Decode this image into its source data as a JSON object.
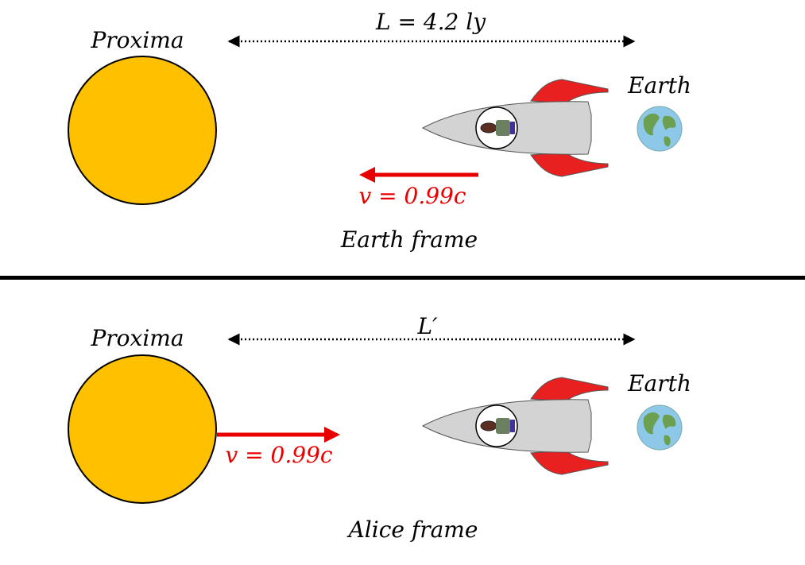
{
  "colors": {
    "star": "#ffc000",
    "arrow": "#e80000",
    "rocket_body": "#d3d3d3",
    "rocket_fins": "#e82020",
    "ocean": "#8ec8e8",
    "land": "#6aa050",
    "divider": "#000000"
  },
  "panels": [
    {
      "star_label": "Proxima",
      "distance_label": "L = 4.2 ly",
      "earth_label": "Earth",
      "velocity_label": "v = 0.99c",
      "velocity_direction": "left",
      "frame_label": "Earth frame"
    },
    {
      "star_label": "Proxima",
      "distance_label": "L′",
      "earth_label": "Earth",
      "velocity_label": "v = 0.99c",
      "velocity_direction": "right",
      "frame_label": "Alice frame"
    }
  ],
  "icons": {
    "star": "star-circle-icon",
    "rocket": "rocket-icon",
    "astronaut": "astronaut-icon",
    "earth": "earth-globe-icon"
  }
}
